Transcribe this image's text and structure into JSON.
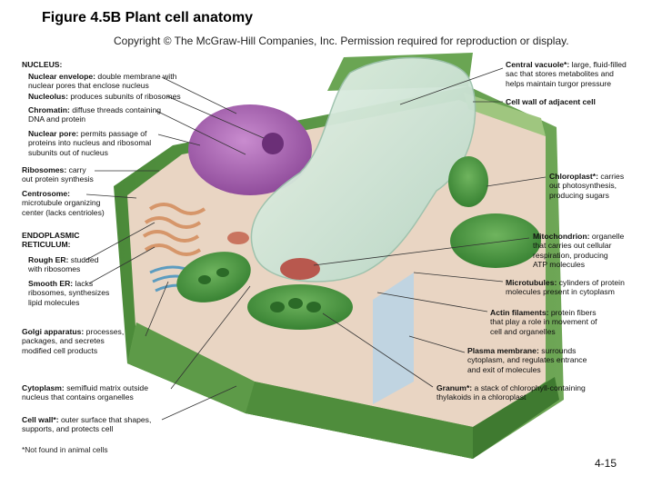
{
  "slide": {
    "title": "Figure 4.5B Plant cell anatomy",
    "copyright": "Copyright © The McGraw-Hill Companies, Inc. Permission required for reproduction or display.",
    "page_number": "4-15",
    "footnote": "*Not found in animal cells"
  },
  "colors": {
    "cell_wall": "#5f9a4a",
    "cytoplasm": "#eed9c7",
    "vacuole": "#cfe3d6",
    "nucleus": "#b06bb5",
    "chloroplast": "#3f8f39",
    "mitochondrion": "#b8584e"
  },
  "left_labels": {
    "nucleus_header": "NUCLEUS:",
    "nuclear_envelope": {
      "name": "Nuclear envelope:",
      "desc": "double membrane with",
      "desc2": "nuclear pores that enclose nucleus"
    },
    "nucleolus": {
      "name": "Nucleolus:",
      "desc": "produces subunits of ribosomes"
    },
    "chromatin": {
      "name": "Chromatin:",
      "desc": "diffuse threads containing",
      "desc2": "DNA and protein"
    },
    "nuclear_pore": {
      "name": "Nuclear pore:",
      "desc": "permits passage of",
      "desc2": "proteins into nucleus and ribosomal",
      "desc3": "subunits out of nucleus"
    },
    "ribosomes": {
      "name": "Ribosomes:",
      "desc": "carry",
      "desc2": "out protein synthesis"
    },
    "centrosome": {
      "name": "Centrosome:",
      "desc2": "microtubule organizing",
      "desc3": "center (lacks centrioles)"
    },
    "er_header1": "ENDOPLASMIC",
    "er_header2": "RETICULUM:",
    "rough_er": {
      "name": "Rough ER:",
      "desc": "studded",
      "desc2": "with ribosomes"
    },
    "smooth_er": {
      "name": "Smooth ER:",
      "desc": "lacks",
      "desc2": "ribosomes, synthesizes",
      "desc3": "lipid molecules"
    },
    "golgi": {
      "name": "Golgi apparatus:",
      "desc": "processes,",
      "desc2": "packages, and secretes",
      "desc3": "modified cell products"
    },
    "cytoplasm": {
      "name": "Cytoplasm:",
      "desc": "semifluid matrix outside",
      "desc2": "nucleus that contains organelles"
    },
    "cell_wall": {
      "name": "Cell wall*:",
      "desc": "outer surface that shapes,",
      "desc2": "supports, and protects cell"
    }
  },
  "right_labels": {
    "central_vacuole": {
      "name": "Central vacuole*:",
      "desc": "large, fluid-filled",
      "desc2": "sac that stores metabolites and",
      "desc3": "helps maintain turgor pressure"
    },
    "adjacent_wall": {
      "name": "Cell wall of adjacent cell"
    },
    "chloroplast": {
      "name": "Chloroplast*:",
      "desc": "carries",
      "desc2": "out photosynthesis,",
      "desc3": "producing sugars"
    },
    "mitochondrion": {
      "name": "Mitochondrion:",
      "desc": "organelle",
      "desc2": "that carries out cellular",
      "desc3": "respiration, producing",
      "desc4": "ATP molecules"
    },
    "microtubules": {
      "name": "Microtubules:",
      "desc": "cylinders of protein",
      "desc2": "molecules present in cytoplasm"
    },
    "actin": {
      "name": "Actin filaments:",
      "desc": "protein fibers",
      "desc2": "that play a role in movement of",
      "desc3": "cell and organelles"
    },
    "plasma_membrane": {
      "name": "Plasma membrane:",
      "desc": "surrounds",
      "desc2": "cytoplasm, and regulates entrance",
      "desc3": "and exit of molecules"
    },
    "granum": {
      "name": "Granum*:",
      "desc": "a stack of chlorophyll-containing",
      "desc2": "thylakoids in a chloroplast"
    }
  }
}
